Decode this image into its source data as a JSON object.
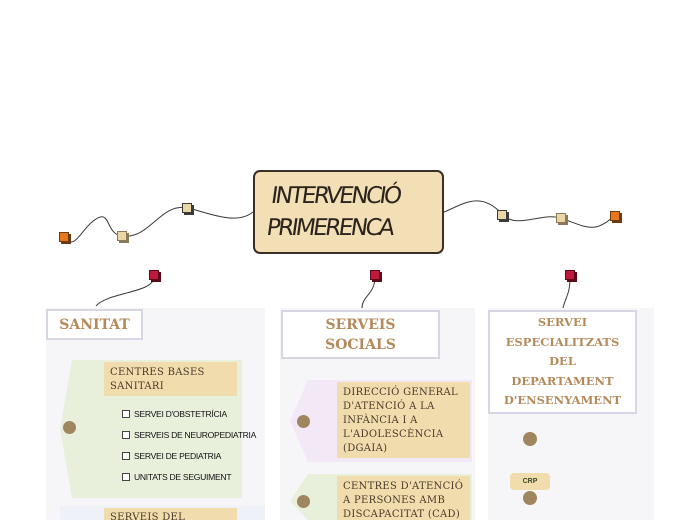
{
  "central_topic": {
    "line1": "INTERVENCIÓ",
    "line2": "PRIMERENCA"
  },
  "columns": [
    {
      "title": "SANITAT",
      "groups": [
        {
          "label": "CENTRES BASES SANITARI",
          "items": [
            "SERVEI D'OBSTETRÍCIA",
            "SERVEIS DE NEUROPEDIATRIA",
            "SERVEI DE PEDIATRIA",
            "UNITATS DE SEGUIMENT"
          ]
        },
        {
          "label": "SERVEIS DEL"
        }
      ]
    },
    {
      "title_line1": "SERVEIS",
      "title_line2": "SOCIALS",
      "groups": [
        {
          "label": "DIRECCIÓ GENERAL D'ATENCIÓ A LA INFÀNCIA I A L'ADOLESCÈNCIA (DGAIA)"
        },
        {
          "label": "CENTRES D'ATENCIÓ A PERSONES AMB DISCAPACITAT (CAD)"
        }
      ]
    },
    {
      "title": "SERVEI ESPECIALITZATS DEL DEPARTAMENT D'ENSENYAMENT",
      "nodes": [
        {
          "label": "CRP"
        }
      ]
    }
  ],
  "colors": {
    "central_fill": "#f3dfb6",
    "subtopic_fill": "#f1dcae",
    "topic_text": "#b48a5a",
    "marker_red": "#c0183a",
    "marker_orange": "#e8761a",
    "marker_beige": "#ead7a5",
    "green_callout": "#e8f0dc",
    "purple_callout": "#f3e8f6"
  }
}
